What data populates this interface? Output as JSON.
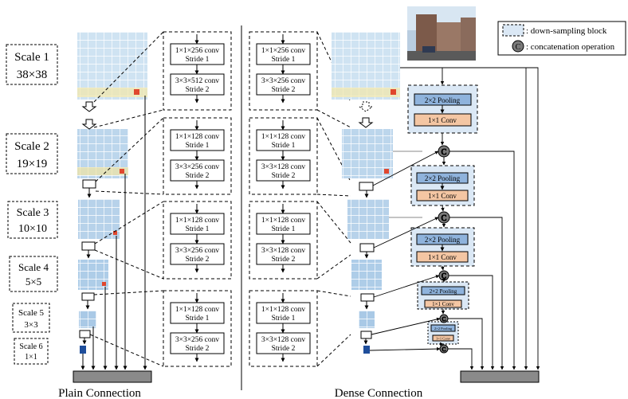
{
  "scales": [
    {
      "title": "Scale 1",
      "size": "38×38"
    },
    {
      "title": "Scale 2",
      "size": "19×19"
    },
    {
      "title": "Scale 3",
      "size": "10×10"
    },
    {
      "title": "Scale 4",
      "size": "5×5"
    },
    {
      "title": "Scale 5",
      "size": "3×3"
    },
    {
      "title": "Scale 6",
      "size": "1×1"
    }
  ],
  "plain_connection": {
    "title": "Plain Connection",
    "blocks": [
      [
        {
          "conv": "1×1×256 conv",
          "stride": "Stride 1"
        },
        {
          "conv": "3×3×512 conv",
          "stride": "Stride 2"
        }
      ],
      [
        {
          "conv": "1×1×128 conv",
          "stride": "Stride 1"
        },
        {
          "conv": "3×3×256 conv",
          "stride": "Stride 2"
        }
      ],
      [
        {
          "conv": "1×1×128 conv",
          "stride": "Stride 1"
        },
        {
          "conv": "3×3×256 conv",
          "stride": "Stride 2"
        }
      ],
      [
        {
          "conv": "1×1×128 conv",
          "stride": "Stride 1"
        },
        {
          "conv": "3×3×256 conv",
          "stride": "Stride 2"
        }
      ]
    ]
  },
  "dense_connection": {
    "title": "Dense Connection",
    "blocks": [
      [
        {
          "conv": "1×1×256 conv",
          "stride": "Stride 1"
        },
        {
          "conv": "3×3×256 conv",
          "stride": "Stride 2"
        }
      ],
      [
        {
          "conv": "1×1×128 conv",
          "stride": "Stride 1"
        },
        {
          "conv": "3×3×128 conv",
          "stride": "Stride 2"
        }
      ],
      [
        {
          "conv": "1×1×128 conv",
          "stride": "Stride 1"
        },
        {
          "conv": "3×3×128 conv",
          "stride": "Stride 2"
        }
      ],
      [
        {
          "conv": "1×1×128 conv",
          "stride": "Stride 1"
        },
        {
          "conv": "3×3×128 conv",
          "stride": "Stride 2"
        }
      ]
    ],
    "pool_label": "2×2 Pooling",
    "conv_label": "1×1 Conv",
    "concat_symbol": "C"
  },
  "legend": {
    "downsampling": ": down-sampling block",
    "concatenation": ": concatenation operation"
  },
  "colors": {
    "feature_map_fill": "#cfe3f2",
    "feature_map_grid": "#ffffff",
    "pool_fill": "#8fb3dc",
    "conv_fill": "#f4c6a3",
    "block_fill": "#dbe8f5",
    "output_bar": "#8a8a8a",
    "concat_fill": "#7a7a7a"
  }
}
